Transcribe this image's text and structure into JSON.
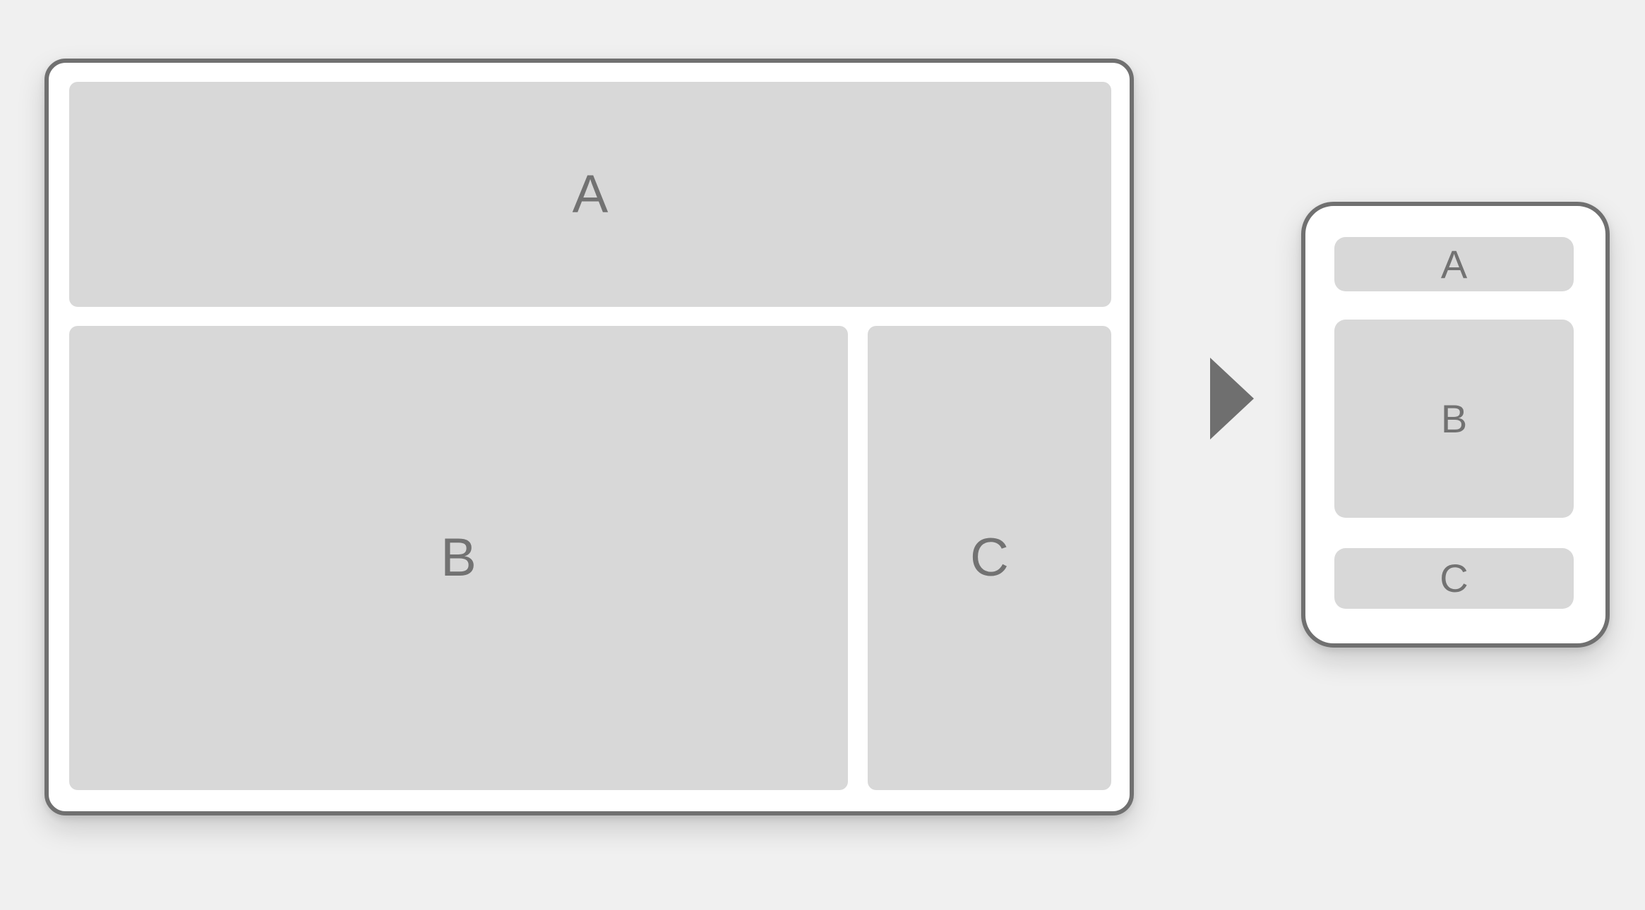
{
  "desktop": {
    "regions": {
      "a": "A",
      "b": "B",
      "c": "C"
    }
  },
  "mobile": {
    "regions": {
      "a": "A",
      "b": "B",
      "c": "C"
    }
  },
  "arrow_icon": "triangle-right-icon",
  "colors": {
    "background": "#f0f0f0",
    "frame_border": "#707070",
    "frame_fill": "#ffffff",
    "region_fill": "#d8d8d8",
    "label": "#727272",
    "arrow": "#6f6f6f"
  }
}
